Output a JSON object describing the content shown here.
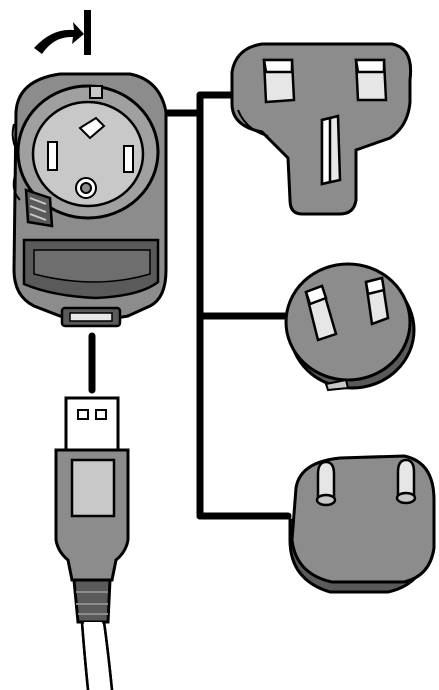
{
  "diagram": {
    "components": [
      {
        "id": "charger-base",
        "icon": "charger-with-socket"
      },
      {
        "id": "uk-plug-adapter",
        "icon": "uk-plug-icon"
      },
      {
        "id": "au-plug-adapter",
        "icon": "au-plug-icon"
      },
      {
        "id": "eu-plug-adapter",
        "icon": "eu-plug-icon"
      },
      {
        "id": "usb-cable",
        "icon": "usb-a-connector-icon"
      }
    ],
    "connections": [
      [
        "charger-base",
        "uk-plug-adapter"
      ],
      [
        "charger-base",
        "au-plug-adapter"
      ],
      [
        "charger-base",
        "eu-plug-adapter"
      ],
      [
        "charger-base",
        "usb-cable"
      ]
    ],
    "annotation": {
      "rotate_arrow": "clockwise-twist-icon"
    }
  },
  "colors": {
    "body": "#8c8c8c",
    "body_dark": "#5a5a5a",
    "body_light": "#c8c8c8",
    "outline": "#000000",
    "pin": "#e6e6e6",
    "background": "#ffffff"
  }
}
